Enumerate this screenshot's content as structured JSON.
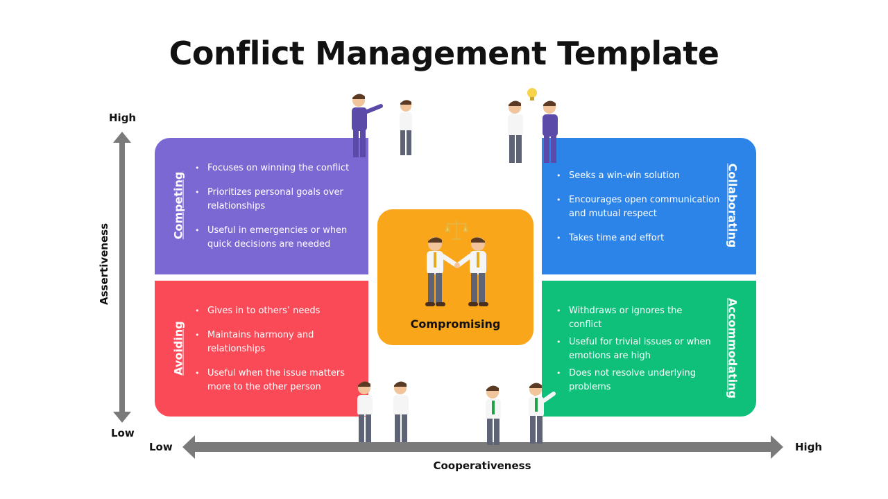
{
  "title": "Conflict Management Template",
  "axes": {
    "y_title": "Assertiveness",
    "y_high": "High",
    "y_low": "Low",
    "x_title": "Cooperativeness",
    "x_low": "Low",
    "x_high": "High"
  },
  "colors": {
    "competing": "#7b68d3",
    "collaborating": "#2c84e9",
    "avoiding": "#fa4a57",
    "accommodating": "#0fc07a",
    "compromising": "#f9a61a",
    "axis": "#7a7a7a"
  },
  "quadrants": {
    "competing": {
      "label": "Competing",
      "points": [
        "Focuses on winning the conflict",
        "Prioritizes personal goals over relationships",
        "Useful in emergencies or when quick decisions are needed"
      ]
    },
    "collaborating": {
      "label": "Collaborating",
      "points": [
        "Seeks a win-win solution",
        "Encourages open communication and mutual respect",
        "Takes time and effort"
      ]
    },
    "avoiding": {
      "label": "Avoiding",
      "points": [
        "Gives in to others’ needs",
        "Maintains harmony and relationships",
        "Useful when the issue matters more to the other person"
      ]
    },
    "accommodating": {
      "label": "Accommodating",
      "points": [
        "Withdraws or ignores the conflict",
        "Useful for trivial issues or when emotions are high",
        "Does not resolve underlying problems"
      ]
    },
    "compromising": {
      "label": "Compromising"
    }
  },
  "illustrations": {
    "competing": "pointing-businessmen-illustration",
    "collaborating": "idea-lightbulb-businessmen-illustration",
    "compromising": "handshake-scales-illustration",
    "avoiding": "arms-crossed-businessmen-illustration",
    "accommodating": "friendly-wave-businessmen-illustration"
  }
}
